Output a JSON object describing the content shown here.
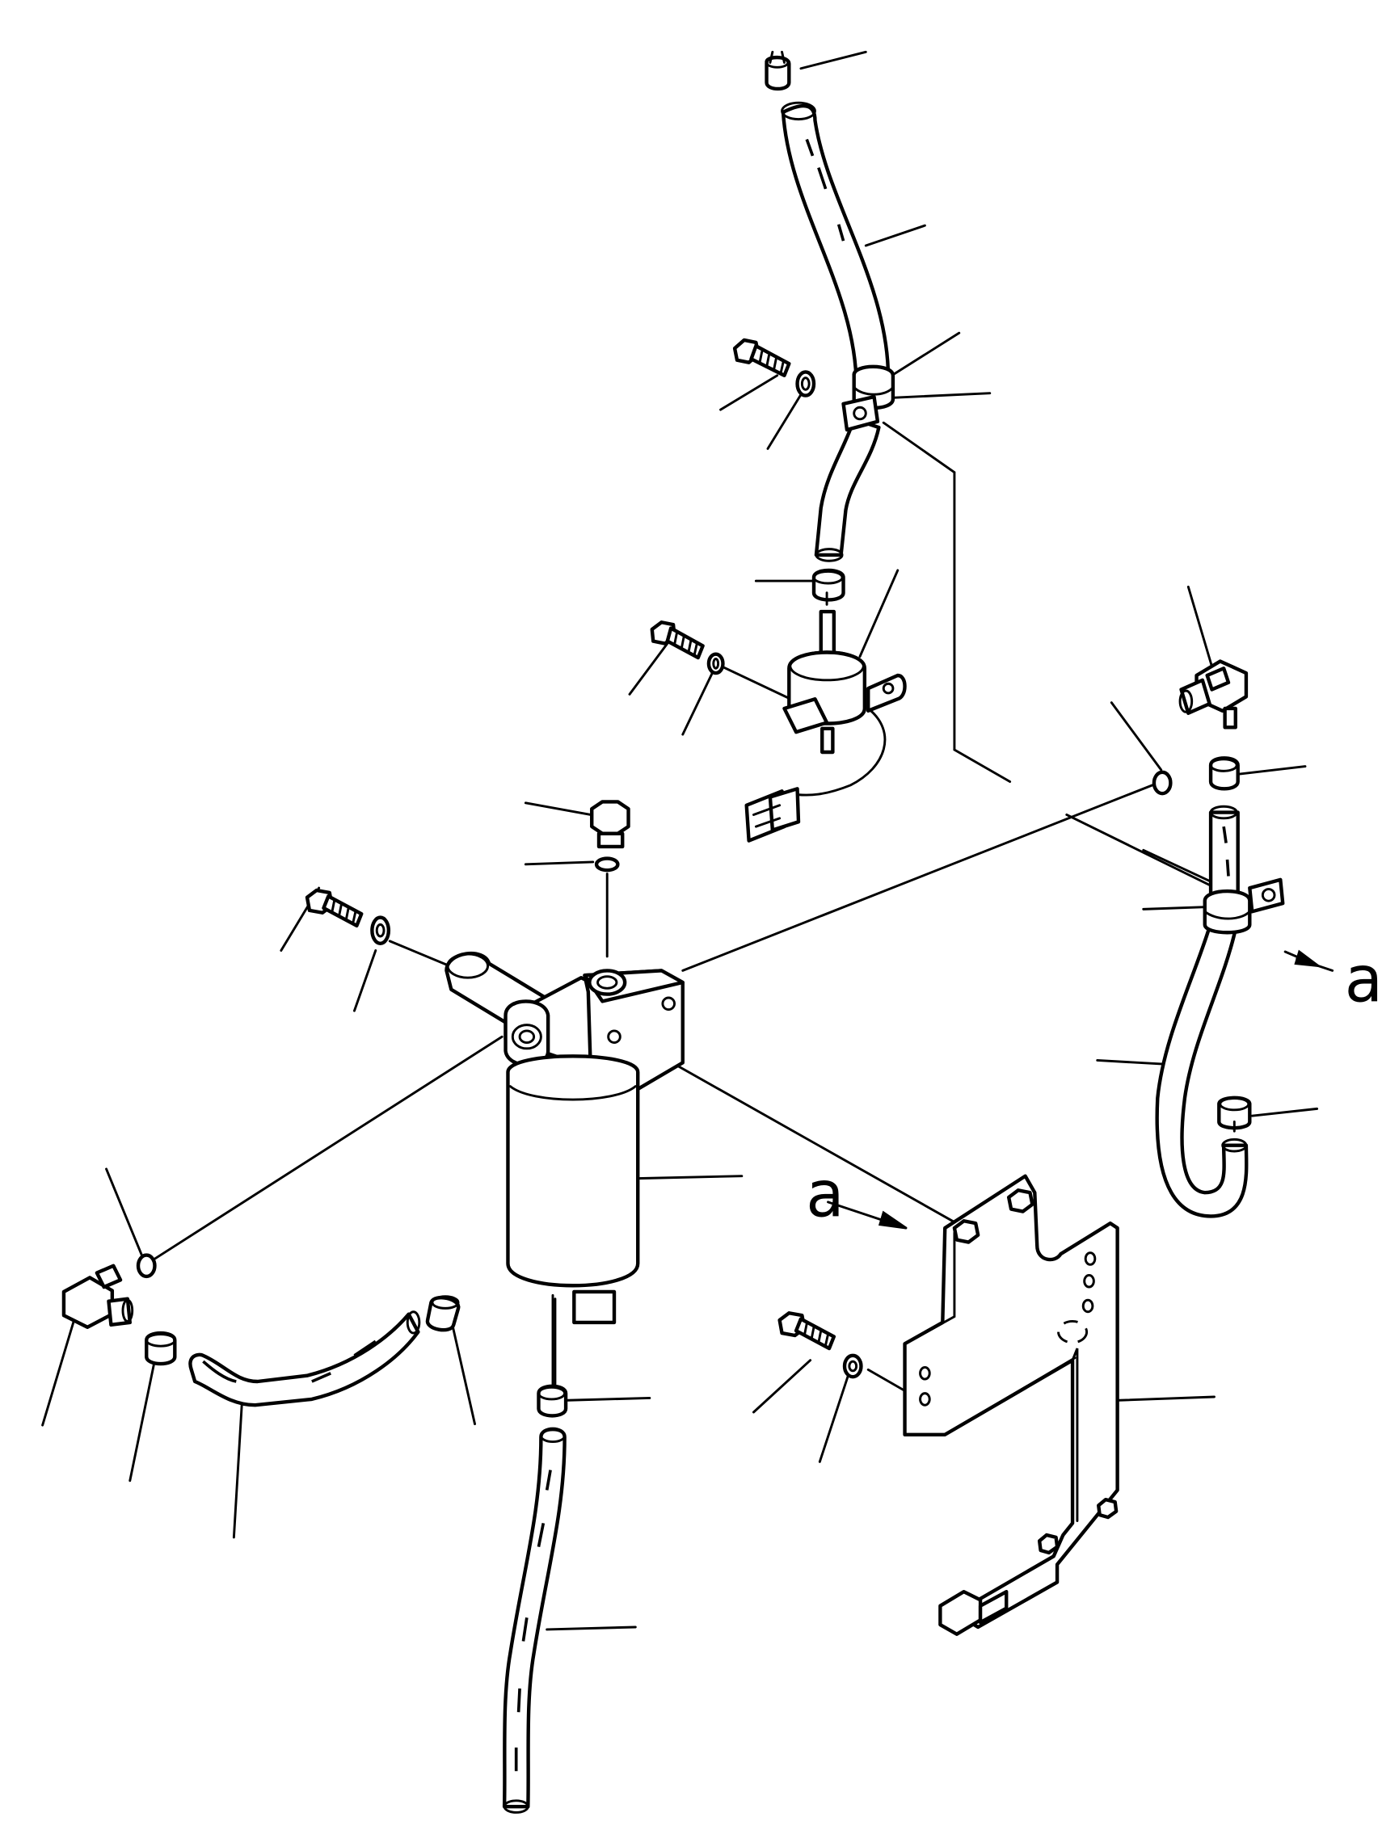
{
  "diagram": {
    "type": "exploded parts diagram",
    "callouts": {
      "view_marker_right": "a",
      "view_marker_bracket": "a"
    },
    "parts": [
      "hose-clamp-top",
      "hose-upper",
      "hose-clip",
      "clip-band",
      "bolt-upper",
      "washer-upper",
      "hose-clamp-pump",
      "fuel-pump",
      "bolt-pump",
      "washer-pump",
      "connector",
      "plug",
      "o-ring",
      "bolt-filter",
      "washer-filter",
      "filter-head",
      "fuel-filter",
      "o-ring-right",
      "elbow-right",
      "hose-clamp-right",
      "hose-right",
      "hose-clip-right",
      "hose-clamp-right-lower",
      "o-ring-left",
      "elbow-left",
      "hose-clamp-left",
      "hose-left",
      "hose-clamp-left-2",
      "hose-clamp-lower",
      "hose-lower",
      "bracket",
      "bolt-bracket",
      "washer-bracket"
    ]
  }
}
